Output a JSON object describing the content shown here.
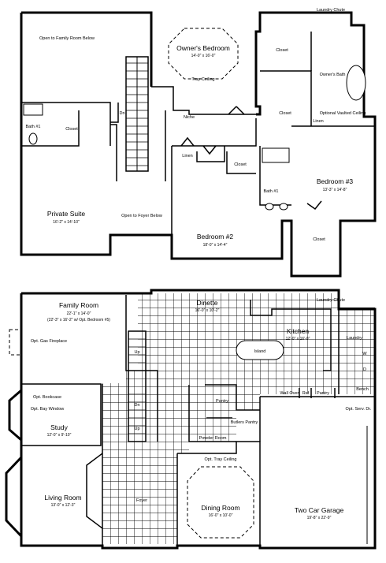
{
  "upper_floor": {
    "rooms": [
      {
        "name": "Open to Family Room Below",
        "dims": ""
      },
      {
        "name": "Owner's Bedroom",
        "dims": "14'-0\" x 16'-0\""
      },
      {
        "name": "Tray Ceiling",
        "dims": ""
      },
      {
        "name": "Private Suite",
        "dims": "16'-2\" x 14'-10\""
      },
      {
        "name": "Open to Foyer Below",
        "dims": ""
      },
      {
        "name": "Bedroom #2",
        "dims": "18'-0\" x 14'-4\""
      },
      {
        "name": "Bedroom #3",
        "dims": "13'-3\" x 14'-8\""
      }
    ],
    "labels": [
      "Laundry Chute",
      "Closet",
      "Closet",
      "Closet",
      "Closet",
      "Closet",
      "Owner's Bath",
      "Optional Vaulted Ceiling",
      "Linen",
      "Linen",
      "Niche",
      "Bath #1",
      "Bath #1",
      "Dn"
    ]
  },
  "lower_floor": {
    "rooms": [
      {
        "name": "Family Room",
        "dims": "22'-1\" x 14'-0\"",
        "note": "(22'-3\" x 16'-2\" w/ Opt. Bedroom #5)"
      },
      {
        "name": "Dinette",
        "dims": "16'-0\" x 10'-2\""
      },
      {
        "name": "Kitchen",
        "dims": "12'-0\" x 16'-0\""
      },
      {
        "name": "Study",
        "dims": "12'-0\" x 9'-10\""
      },
      {
        "name": "Living Room",
        "dims": "13'-0\" x 12'-3\""
      },
      {
        "name": "Dining Room",
        "dims": "16'-0\" x 10'-0\""
      },
      {
        "name": "Two Car Garage",
        "dims": "19'-8\" x 22'-9\""
      }
    ],
    "labels": [
      "Laundry Chute",
      "Opt. Gas Fireplace",
      "Island",
      "Laundry",
      "Bench",
      "Opt. Serv. Dr.",
      "Opt. Tray Ceiling",
      "Foyer",
      "Powder Room",
      "Pantry",
      "Butlers Pantry",
      "Wall Oven",
      "Ref",
      "Pantry",
      "Opt. Bookcase",
      "Opt. Bay Window",
      "Up",
      "Dn",
      "Up",
      "W",
      "D"
    ]
  }
}
